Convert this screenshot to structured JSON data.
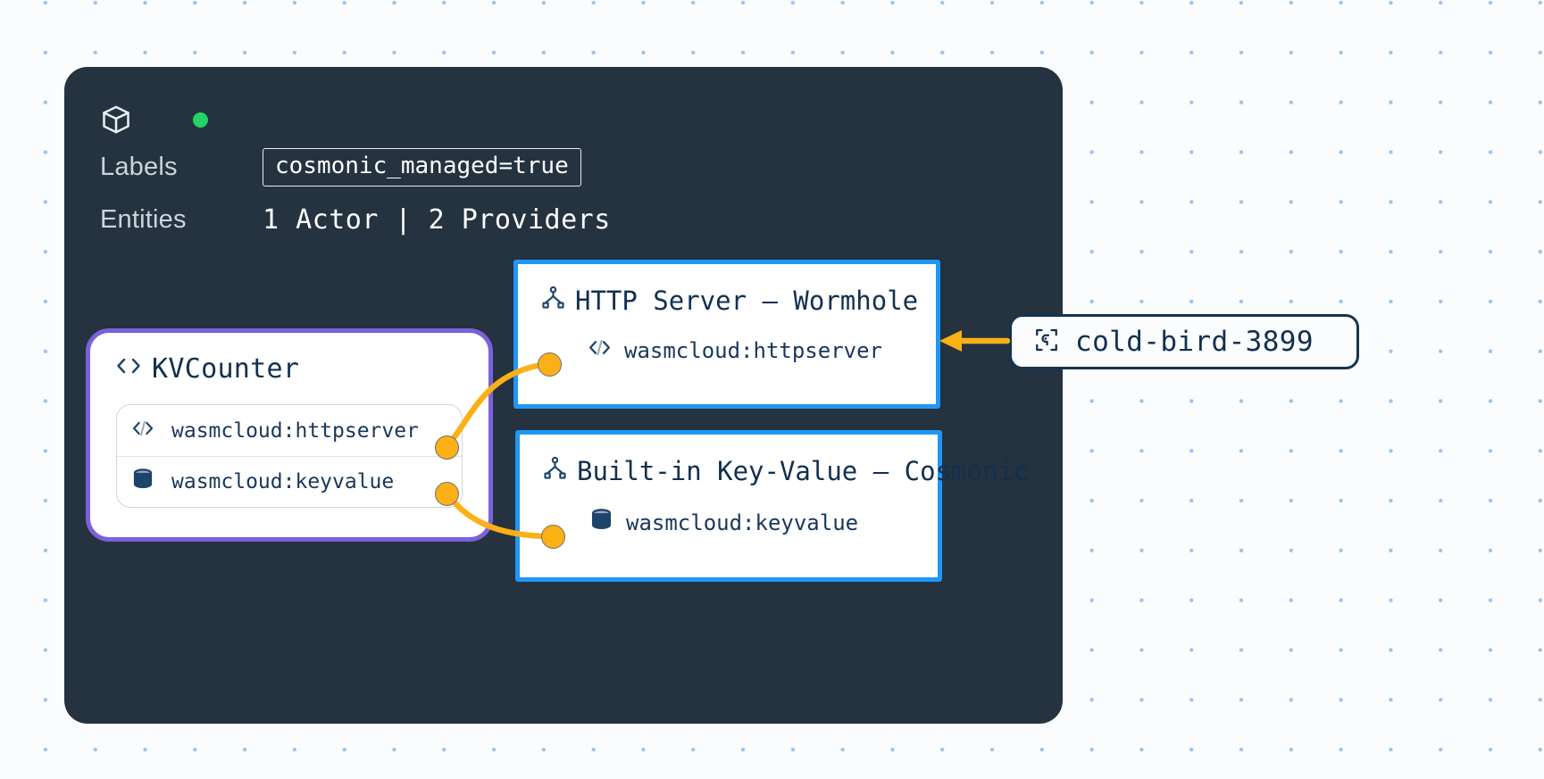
{
  "canvas": {
    "background": "#fbfcfd",
    "dot_color": "#9fc4e8"
  },
  "host": {
    "panel_color": "#25323f",
    "icon": "cube-icon",
    "status": {
      "icon": "status-dot",
      "color": "#26d367",
      "state": "healthy"
    },
    "labels_row_label": "Labels",
    "labels_chip": "cosmonic_managed=true",
    "entities_row_label": "Entities",
    "entities_value": "1 Actor | 2 Providers",
    "badge": {
      "icon": "host-id-icon",
      "text": "cold-bird-3899",
      "border_color": "#16344f"
    }
  },
  "actor": {
    "icon": "code-brackets-icon",
    "title": "KVCounter",
    "accent_color": "#7b61d9",
    "links": [
      {
        "icon": "code-slash-icon",
        "label": "wasmcloud:httpserver"
      },
      {
        "icon": "database-icon",
        "label": "wasmcloud:keyvalue"
      }
    ]
  },
  "providers": [
    {
      "icon": "sitemap-icon",
      "title": "HTTP Server – Wormhole",
      "accent_color": "#2196f3",
      "link": {
        "icon": "code-slash-icon",
        "label": "wasmcloud:httpserver"
      }
    },
    {
      "icon": "sitemap-icon",
      "title": "Built-in Key-Value – Cosmonic",
      "accent_color": "#2196f3",
      "link": {
        "icon": "database-icon",
        "label": "wasmcloud:keyvalue"
      }
    }
  ],
  "connections": {
    "link_color": "#fbb016",
    "arrow_color": "#fbb016",
    "edges": [
      {
        "from": "actor.links.0",
        "to": "providers.0.link"
      },
      {
        "from": "actor.links.1",
        "to": "providers.1.link"
      },
      {
        "from": "host.badge",
        "to": "providers.0"
      }
    ]
  }
}
